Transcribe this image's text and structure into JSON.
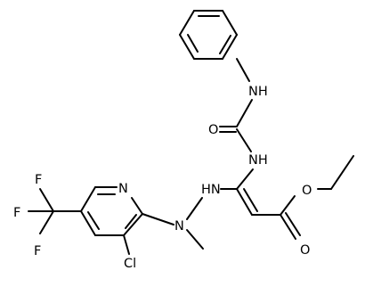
{
  "labels": {
    "nh_aniline": "NH",
    "carbonyl_o": "O",
    "nh_urea": "NH",
    "nh_hydrazine": "HN",
    "n_methyl": "N",
    "n_pyridine": "N",
    "cl": "Cl",
    "f_top": "F",
    "f_mid": "F",
    "f_bottom": "F",
    "ester_o": "O",
    "carbonyl_o_ester": "O"
  }
}
